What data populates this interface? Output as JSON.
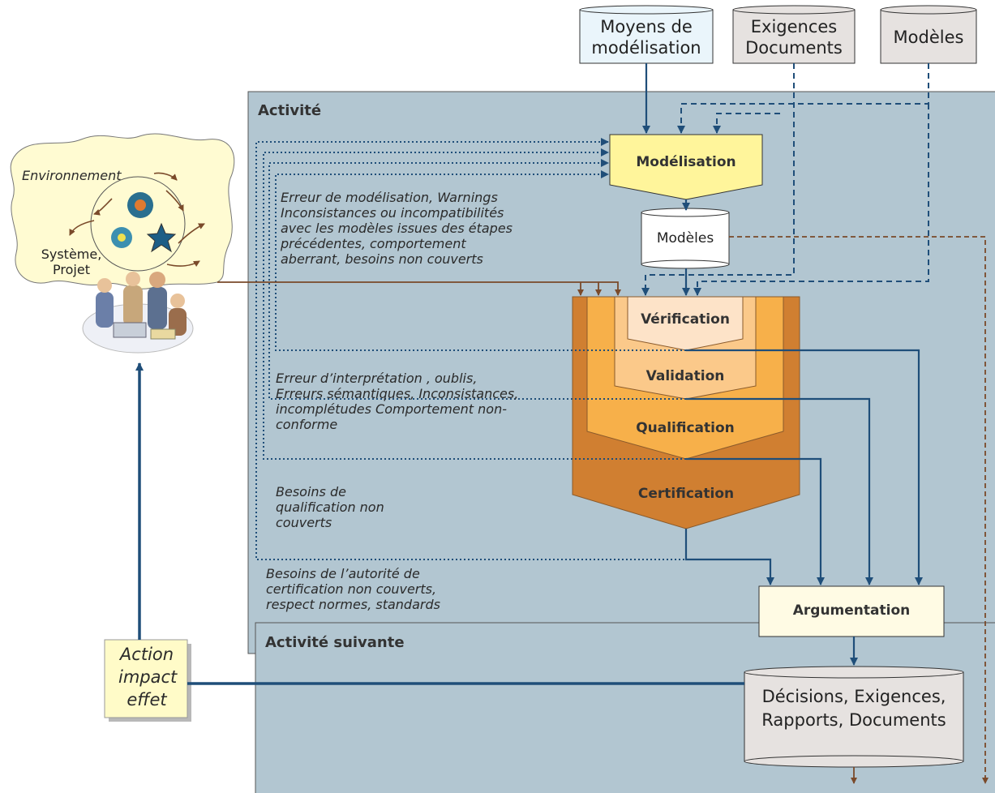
{
  "resources": {
    "moyens": "Moyens de modélisation",
    "exigences_docs": "Exigences Documents",
    "modeles_top": "Modèles"
  },
  "activity": {
    "title": "Activité",
    "next_title": "Activité suivante"
  },
  "process": {
    "modelisation": "Modélisation",
    "modeles_mid": "Modèles",
    "verification": "Vérification",
    "validation": "Validation",
    "qualification": "Qualification",
    "certification": "Certification",
    "argumentation": "Argumentation",
    "decisions": "Décisions, Exigences, Rapports, Documents"
  },
  "environment": {
    "label": "Environnement",
    "systeme": "Système, Projet"
  },
  "action": "Action impact effet",
  "feedback": {
    "verif": "Erreur de modélisation, Warnings Inconsistances ou incompatibilités avec les modèles issues des étapes précédentes, comportement aberrant, besoins non couverts",
    "valid": "Erreur d’interprétation , oublis, Erreurs sémantiques, Inconsistances, incomplétudes Comportement non-conforme",
    "qualif": "Besoins de qualification non couverts",
    "certif": "Besoins de l’autorité de certification non couverts, respect normes, standards"
  },
  "colors": {
    "activity_bg": "#b2c6d1",
    "flow": "#1f4e79",
    "brown": "#7a4a2a",
    "cyl_blue": "#eaf5fb",
    "cyl_grey": "#e6e2e0",
    "yellow": "#fff59b",
    "cream": "#fffbe4",
    "orange_dark": "#d07f31",
    "orange": "#f7b04a",
    "orange_light": "#fbc98a",
    "peach": "#fde3c8"
  }
}
